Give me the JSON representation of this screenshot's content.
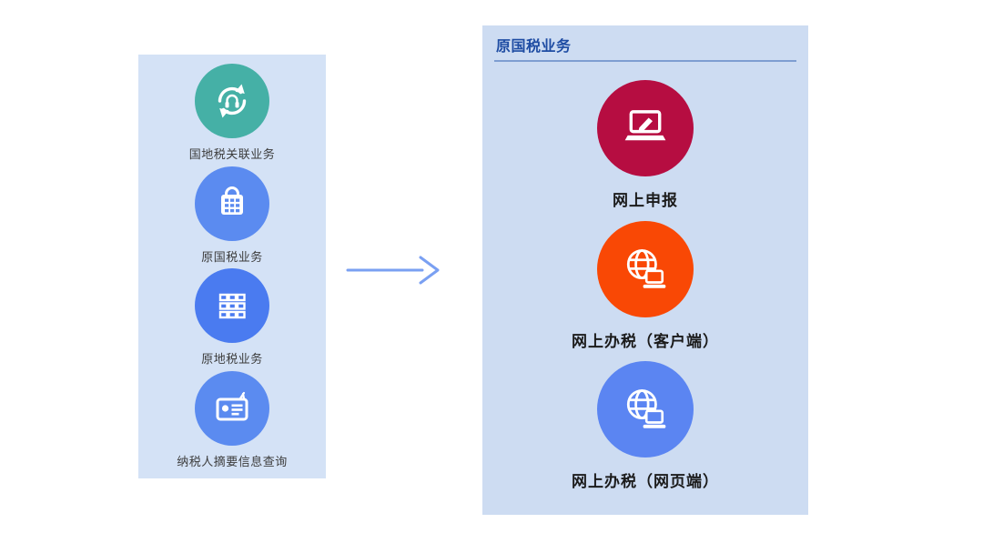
{
  "colors": {
    "left_panel_bg": "#d4e2f6",
    "right_panel_bg": "#cddcf2",
    "title_color": "#1e4ca3",
    "divider_color": "#7e9ed1"
  },
  "left_panel": {
    "items": [
      {
        "label": "国地税关联业务",
        "icon": "headset-sync-icon",
        "color": "#45b0a6"
      },
      {
        "label": "原国税业务",
        "icon": "keypad-building-icon",
        "color": "#5b8bf0"
      },
      {
        "label": "原地税业务",
        "icon": "grid-icon",
        "color": "#4a7bf0"
      },
      {
        "label": "纳税人摘要信息查询",
        "icon": "news-card-icon",
        "color": "#5b8bf0"
      }
    ]
  },
  "arrow": {
    "icon": "right-arrow-icon",
    "color": "#7aa0f2"
  },
  "right_panel": {
    "title": "原国税业务",
    "items": [
      {
        "label": "网上申报",
        "icon": "laptop-edit-icon",
        "color": "#b60d41"
      },
      {
        "label": "网上办税（客户端）",
        "icon": "globe-laptop-icon",
        "color": "#f94805"
      },
      {
        "label": "网上办税（网页端）",
        "icon": "globe-laptop-icon",
        "color": "#5b85f2"
      }
    ]
  }
}
